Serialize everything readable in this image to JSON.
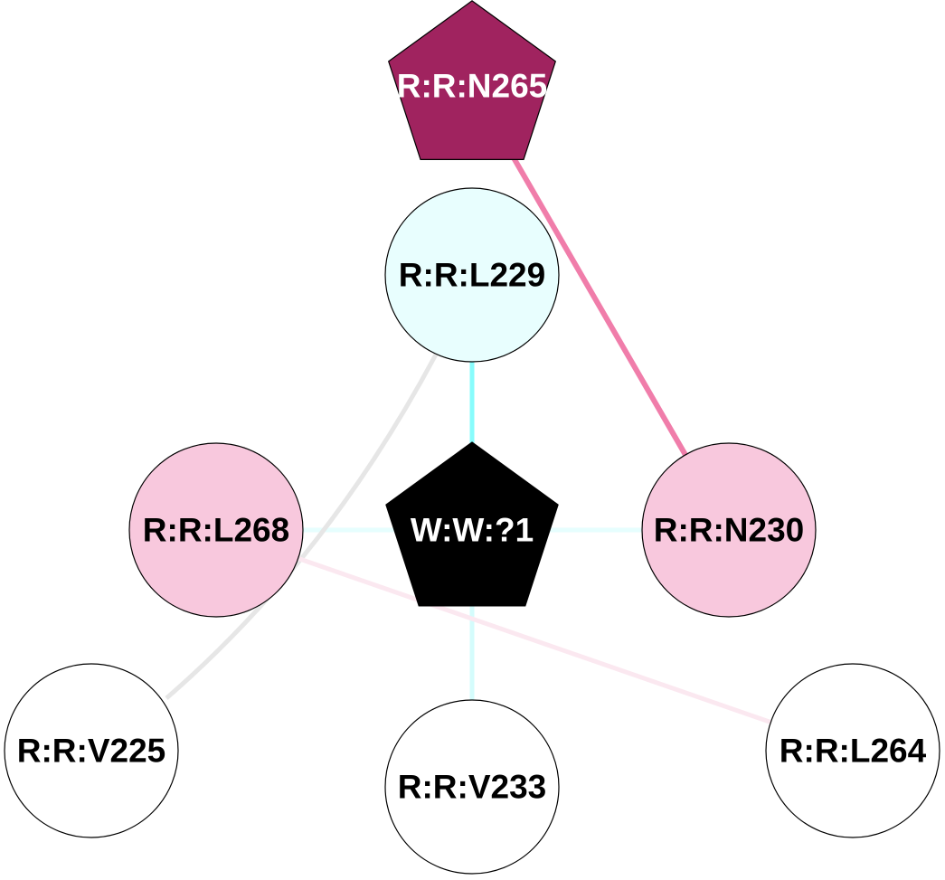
{
  "graph": {
    "title": "Residue interaction network",
    "nodes": [
      {
        "id": "R:R:N265",
        "label": "R:R:N265",
        "shape": "pentagon",
        "fill": "#a0235f",
        "text_color": "#ffffff"
      },
      {
        "id": "R:R:L229",
        "label": "R:R:L229",
        "shape": "circle",
        "fill": "#e8fefe",
        "text_color": "#000000"
      },
      {
        "id": "R:R:L268",
        "label": "R:R:L268",
        "shape": "circle",
        "fill": "#f8c8dd",
        "text_color": "#000000"
      },
      {
        "id": "W:W:?1",
        "label": "W:W:?1",
        "shape": "pentagon",
        "fill": "#000000",
        "text_color": "#ffffff"
      },
      {
        "id": "R:R:N230",
        "label": "R:R:N230",
        "shape": "circle",
        "fill": "#f8c8dd",
        "text_color": "#000000"
      },
      {
        "id": "R:R:V225",
        "label": "R:R:V225",
        "shape": "circle",
        "fill": "#ffffff",
        "text_color": "#000000"
      },
      {
        "id": "R:R:V233",
        "label": "R:R:V233",
        "shape": "circle",
        "fill": "#ffffff",
        "text_color": "#000000"
      },
      {
        "id": "R:R:L264",
        "label": "R:R:L264",
        "shape": "circle",
        "fill": "#ffffff",
        "text_color": "#000000"
      }
    ],
    "edges": [
      {
        "source": "R:R:N265",
        "target": "R:R:N230",
        "color": "#f07daa",
        "weight": "strong"
      },
      {
        "source": "R:R:L229",
        "target": "W:W:?1",
        "color": "#88fcfc",
        "weight": "medium"
      },
      {
        "source": "R:R:L268",
        "target": "W:W:?1",
        "color": "#e6fefe",
        "weight": "light"
      },
      {
        "source": "W:W:?1",
        "target": "R:R:N230",
        "color": "#e6fefe",
        "weight": "light"
      },
      {
        "source": "W:W:?1",
        "target": "R:R:V233",
        "color": "#d4fcfc",
        "weight": "light"
      },
      {
        "source": "R:R:L229",
        "target": "R:R:V225",
        "color": "#e6e6e6",
        "weight": "light",
        "curved": true
      },
      {
        "source": "R:R:L268",
        "target": "R:R:L264",
        "color": "#fbe8f0",
        "weight": "light"
      }
    ]
  }
}
